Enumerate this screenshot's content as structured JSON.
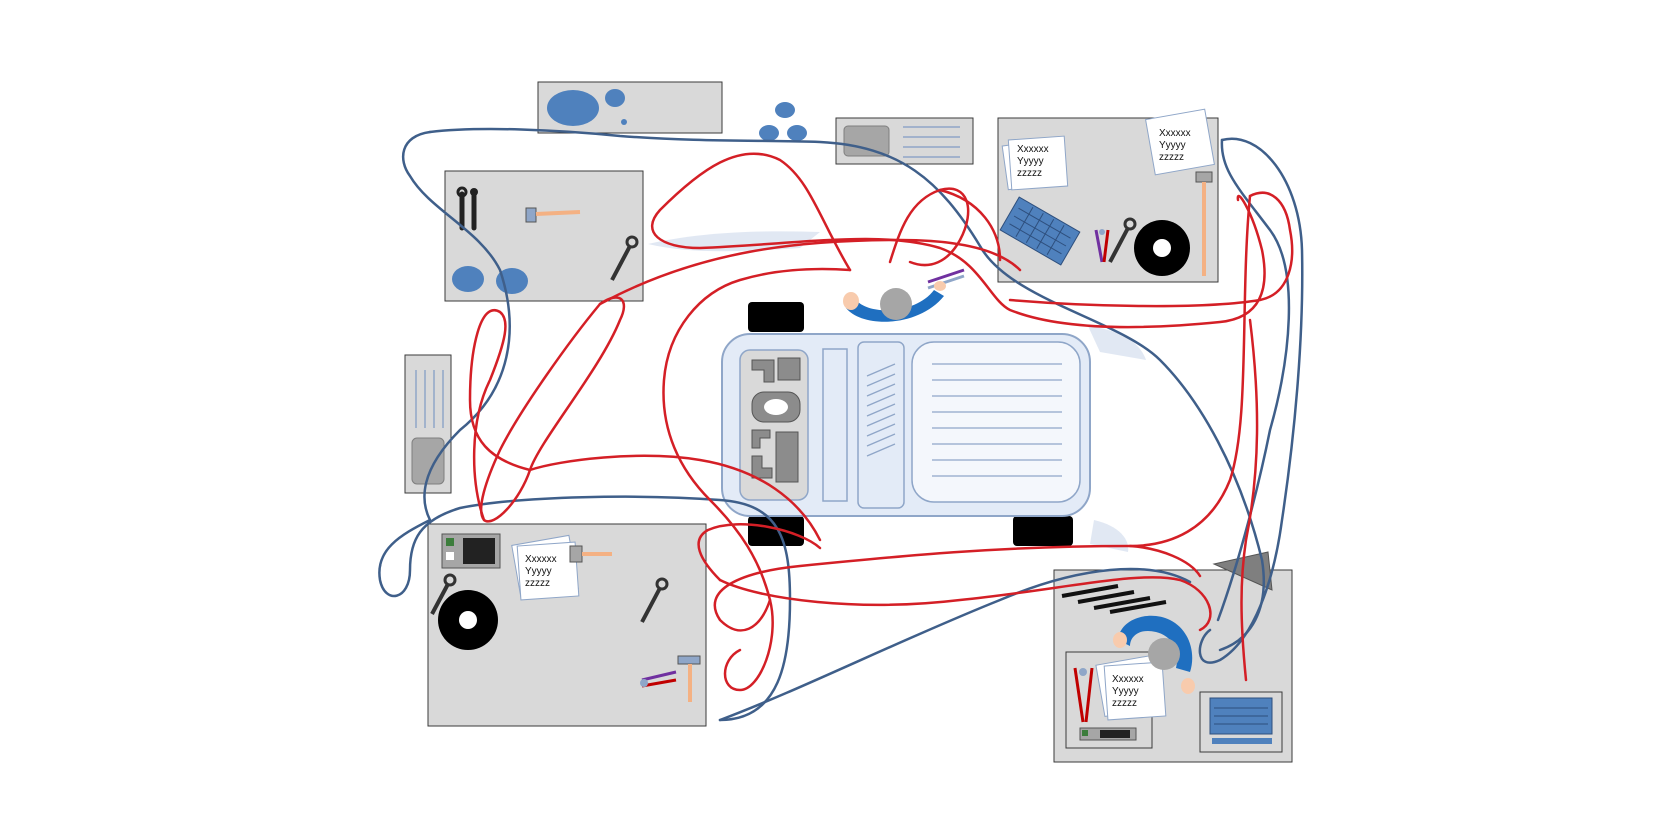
{
  "diagram": {
    "type": "spaghetti-diagram",
    "colors": {
      "background": "#ffffff",
      "bench_fill": "#d9d9d9",
      "bench_border": "#3a3a3a",
      "path_red": "#d41f26",
      "path_blue": "#3f5f8a",
      "vehicle_fill": "#e3ebf7",
      "vehicle_border": "#8fa6c8",
      "wheel": "#000000",
      "operator_shirt": "#1f6fc0",
      "operator_head": "#a6a6a6",
      "parts_blue": "#4f81bd"
    },
    "paper_notes": [
      {
        "line1": "Xxxxxx",
        "line2": "Yyyyy",
        "line3": "zzzzz"
      },
      {
        "line1": "Xxxxxx",
        "line2": "Yyyyy",
        "line3": "zzzzz"
      },
      {
        "line1": "Xxxxxx",
        "line2": "Yyyyy",
        "line3": "zzzzz"
      },
      {
        "line1": "Xxxxxx",
        "line2": "Yyyyy",
        "line3": "zzzzz"
      }
    ]
  }
}
